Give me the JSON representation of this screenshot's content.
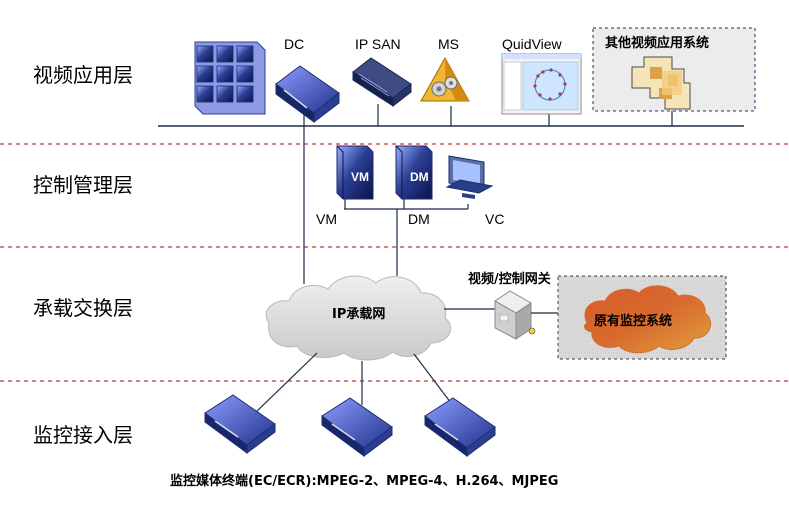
{
  "layers": [
    {
      "label": "视频应用层"
    },
    {
      "label": "控制管理层"
    },
    {
      "label": "承载交换层"
    },
    {
      "label": "监控接入层"
    }
  ],
  "app_devices": {
    "dc": "DC",
    "ip_san": "IP SAN",
    "ms": "MS",
    "quidview": "QuidView",
    "other_apps": "其他视频应用系统"
  },
  "control_devices": {
    "vm_label": "VM",
    "dm_label": "DM",
    "vm_bus_label": "VM",
    "dm_bus_label": "DM",
    "vc_label": "VC"
  },
  "network": {
    "cloud_label": "IP承载网",
    "gateway_label": "视频/控制网关",
    "legacy_label": "原有监控系统"
  },
  "access": {
    "footer": "监控媒体终端(EC/ECR):MPEG-2、MPEG-4、H.264、MJPEG"
  },
  "colors": {
    "device_blue": "#1d2f73",
    "gateway_gray": "#cfcfcf",
    "cloud_gray": "#d8d8d8",
    "legacy_orange": "#d86a2f",
    "legacy_yellow": "#e7a93a",
    "divider_red": "#c53b3b"
  }
}
